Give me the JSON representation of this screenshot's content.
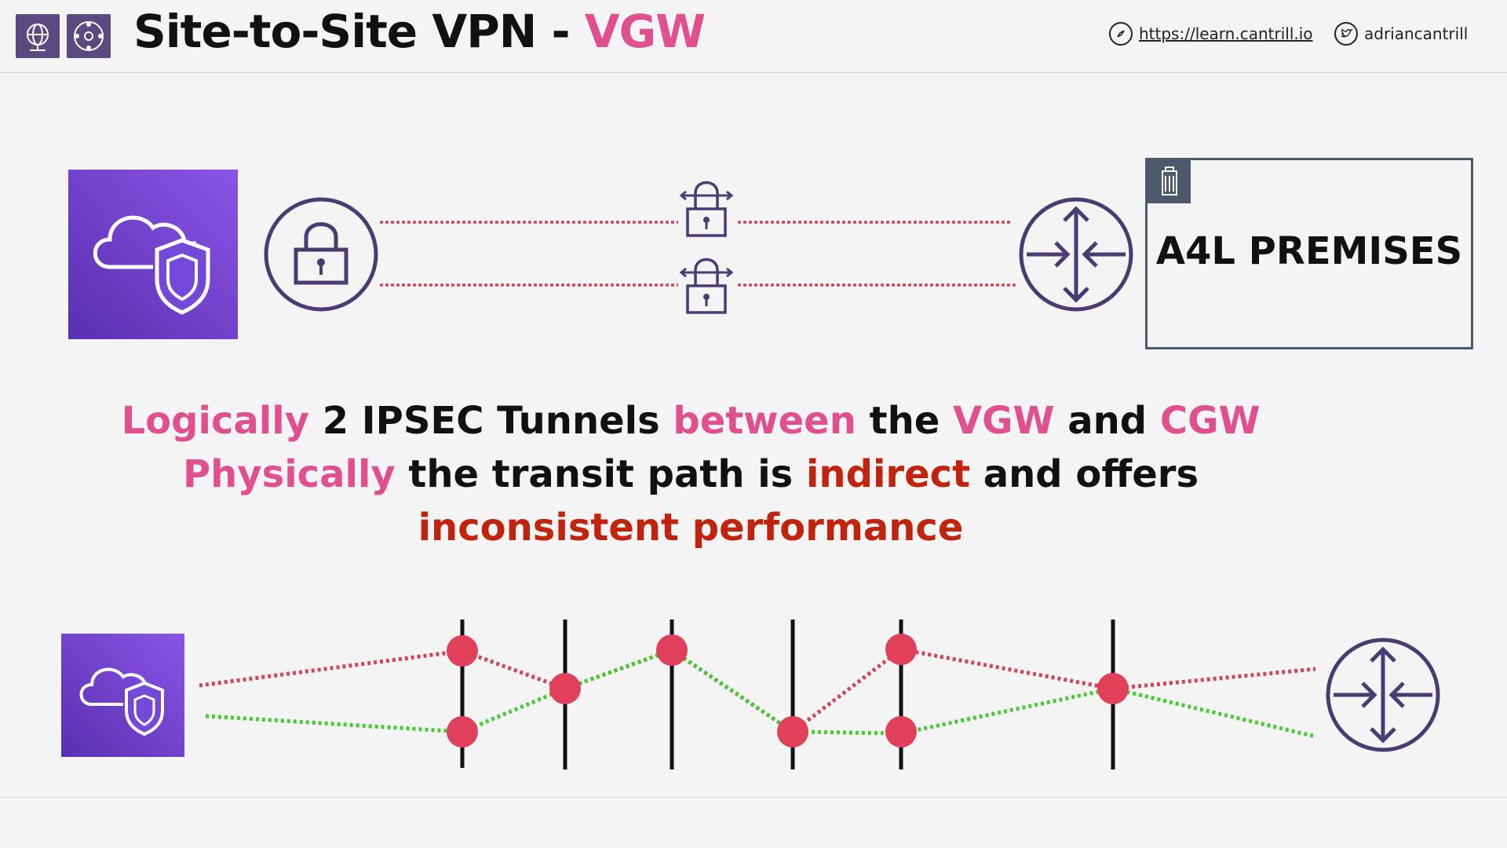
{
  "header": {
    "title_main": "Site-to-Site VPN - ",
    "title_accent": "VGW",
    "link_text": "https://learn.cantrill.io",
    "twitter_handle": "adriancantrill",
    "icons": [
      "globe-network-icon",
      "hub-network-icon",
      "compass-icon",
      "twitter-bird-icon"
    ]
  },
  "premises": {
    "label": "A4L PREMISES",
    "icon": "building-icon"
  },
  "caption": {
    "line1": {
      "w1": "Logically",
      "w2": " 2 IPSEC Tunnels ",
      "w3": "between",
      "w4": " the ",
      "w5": "VGW",
      "w6": " and ",
      "w7": "CGW"
    },
    "line2": {
      "w1": "Physically",
      "w2": " the transit path is ",
      "w3": "indirect",
      "w4": " and offers"
    },
    "line3": "inconsistent performance"
  },
  "colors": {
    "pink_accent": "#e0508f",
    "red_emphasis": "#c0240c",
    "aws_purple": "#7b4fd6",
    "dark_purple": "#4b3b73",
    "red_path": "#d0455a",
    "green_path": "#44cc33",
    "node_red": "#e0405a",
    "premises_border": "#4a5a6a"
  }
}
